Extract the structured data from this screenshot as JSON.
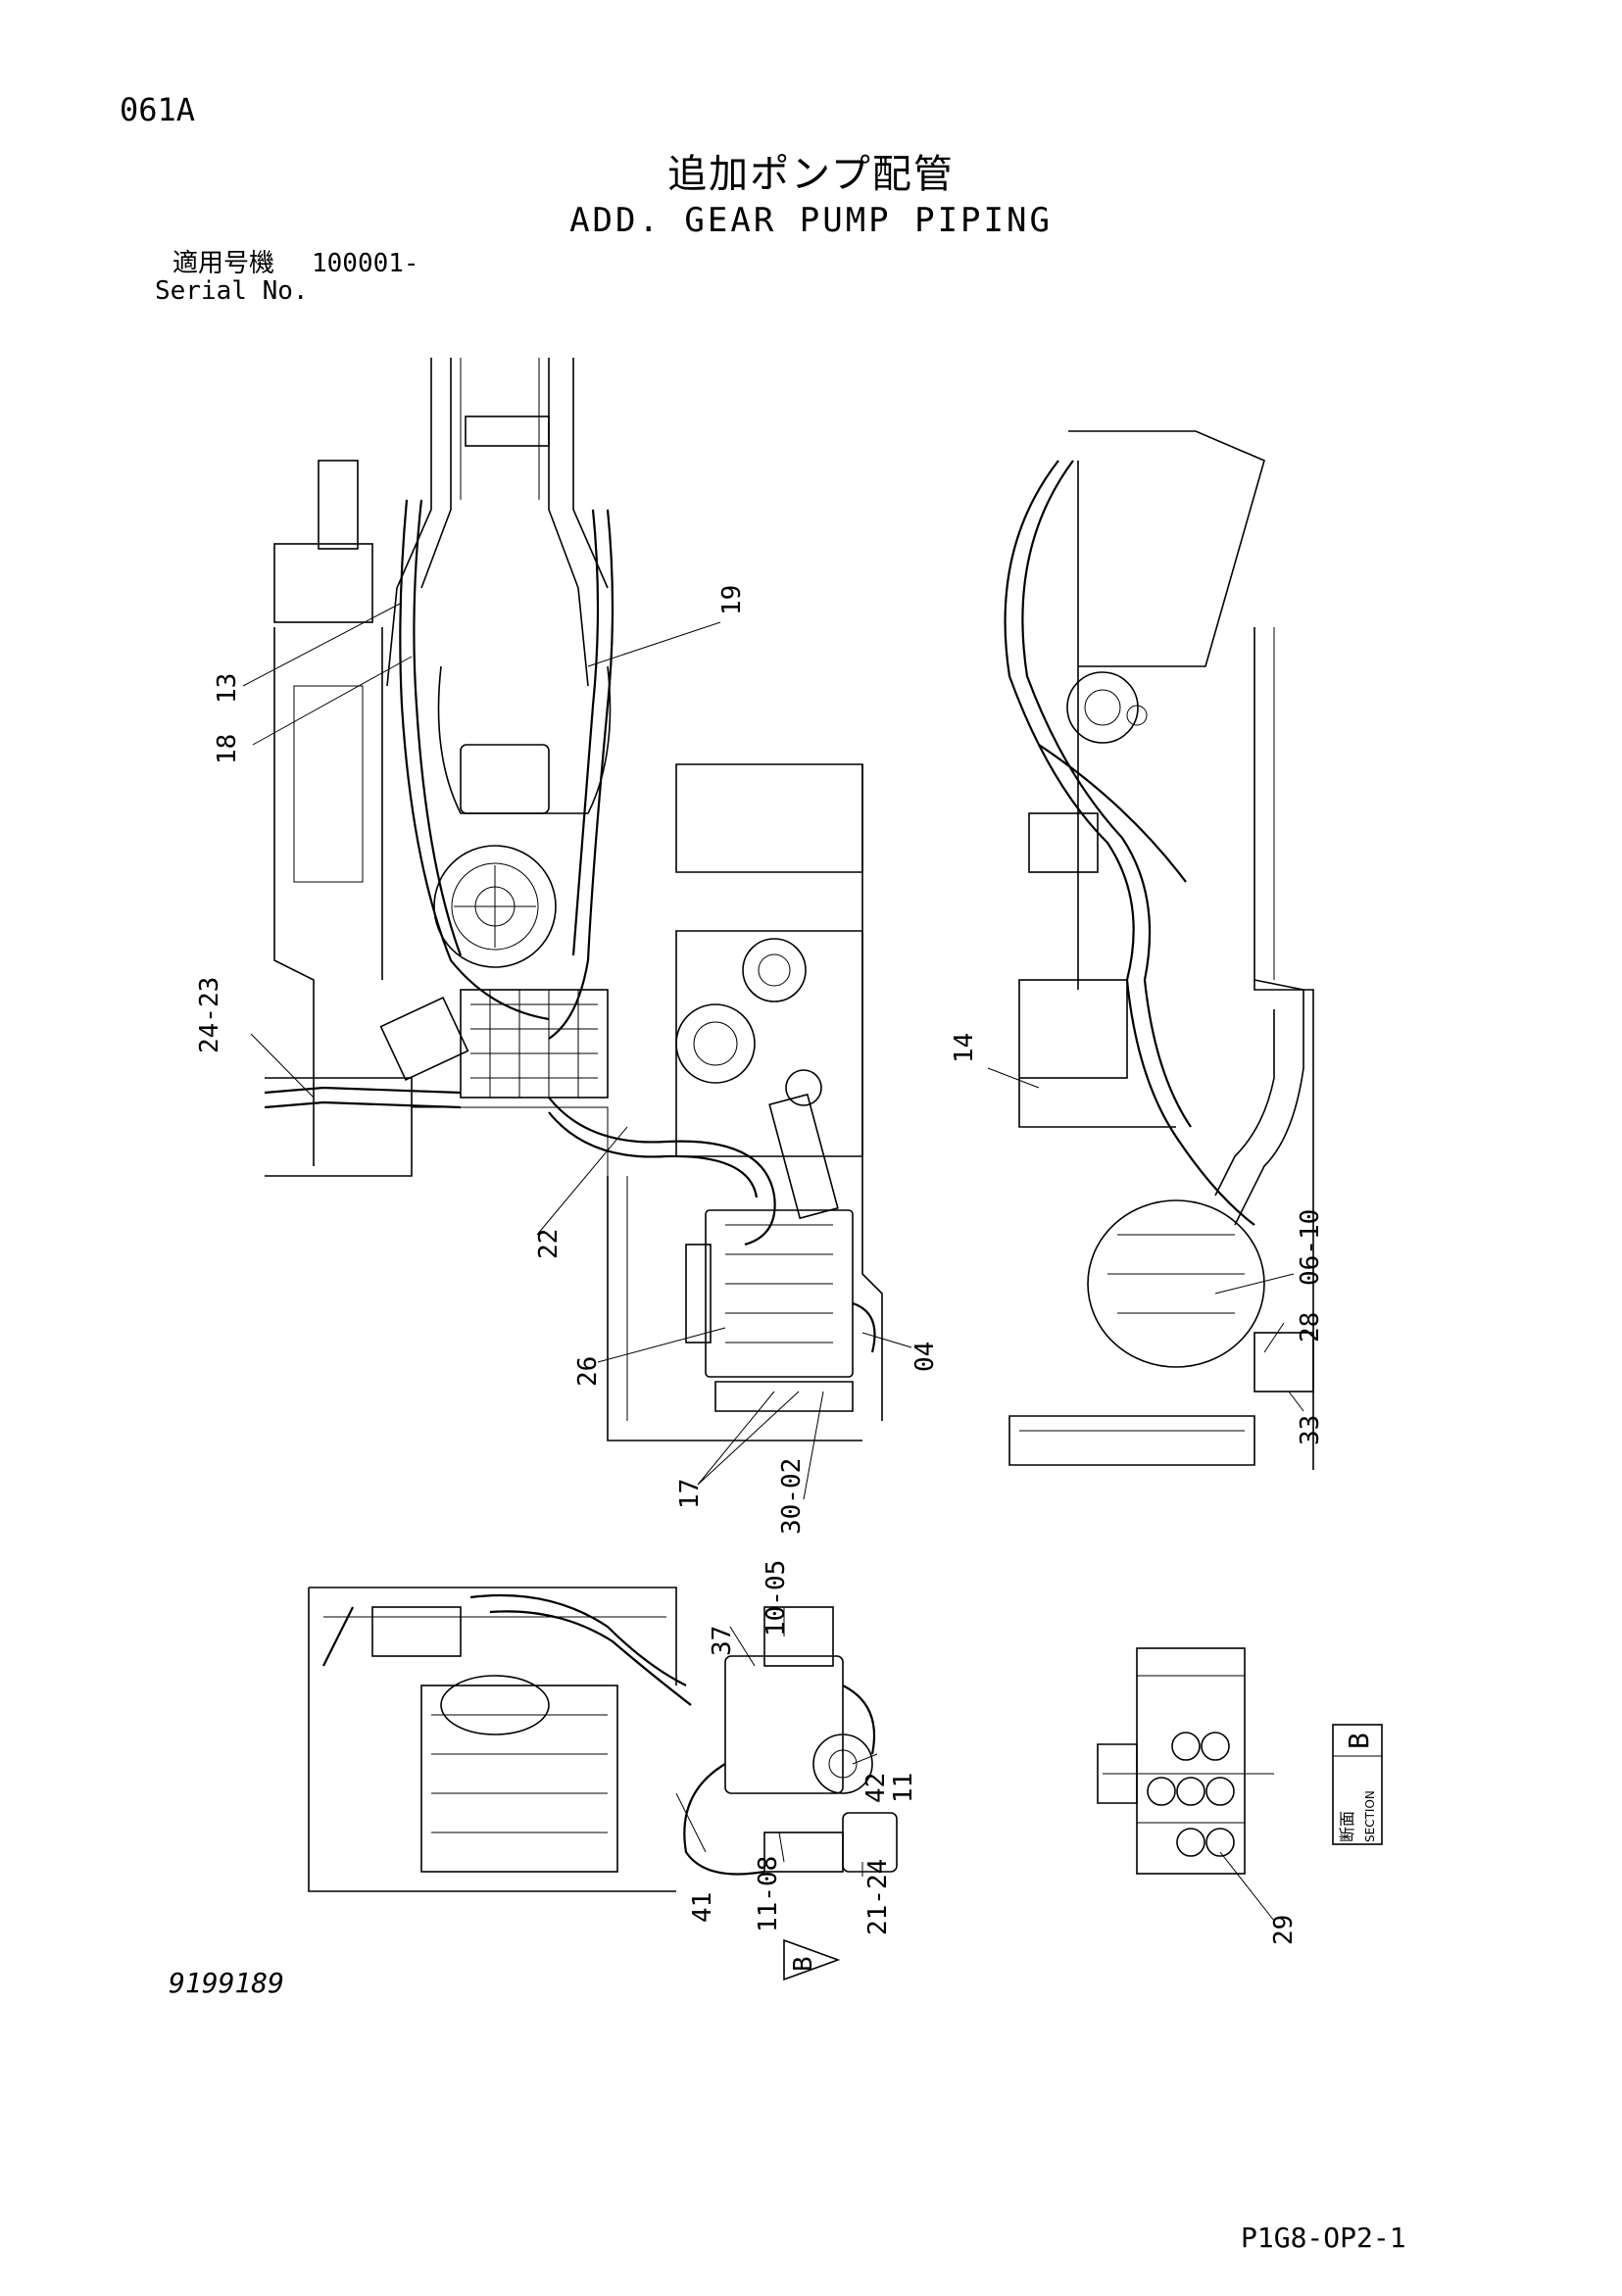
{
  "header": {
    "page_code": "061A",
    "title_jp": "追加ポンプ配管",
    "title_en": "ADD. GEAR PUMP PIPING",
    "serial_label_jp": "適用号機",
    "serial_value": "100001-",
    "serial_label_en": "Serial No."
  },
  "callouts": {
    "c13": "13",
    "c18": "18",
    "c19": "19",
    "c24_23": "24-23",
    "c22": "22",
    "c26": "26",
    "c17": "17",
    "c30_02": "30-02",
    "c04": "04",
    "c14": "14",
    "c06_10": "06-10",
    "c28": "28",
    "c33": "33",
    "c37": "37",
    "c10_05": "10-05",
    "c42": "42",
    "c11": "11",
    "c41": "41",
    "c11_08": "11-08",
    "c21_24": "21-24",
    "c29": "29"
  },
  "section": {
    "letter": "B",
    "label_jp": "断面",
    "label_en": "SECTION",
    "view_marker": "B"
  },
  "footer": {
    "drawing_no": "9199189",
    "page_ref": "P1G8-OP2-1"
  }
}
